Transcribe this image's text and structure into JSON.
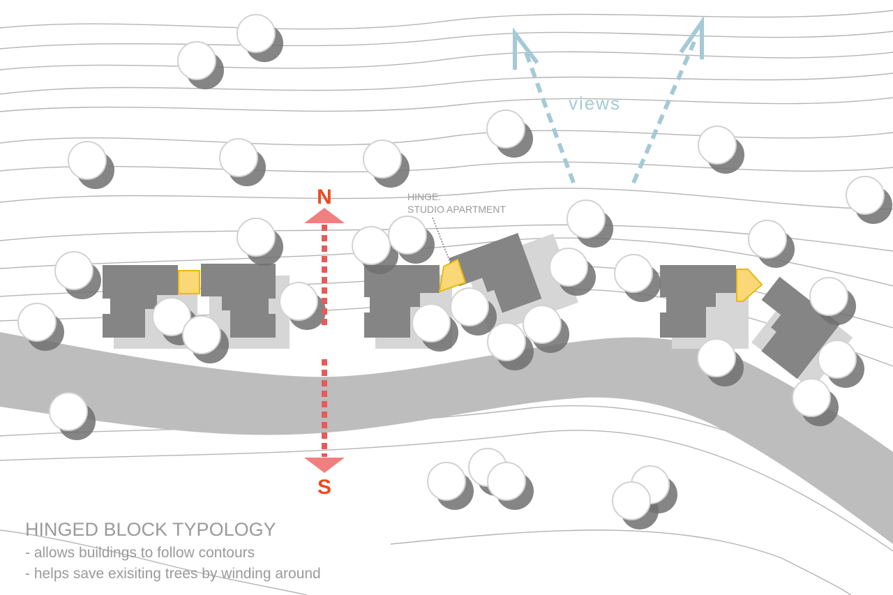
{
  "labels": {
    "north": "N",
    "south": "S",
    "views": "views",
    "hinge_line1": "HINGE:",
    "hinge_line2": "STUDIO APARTMENT"
  },
  "caption": {
    "title": "HINGED BLOCK TYPOLOGY",
    "bullet1": "- allows buildings to follow contours",
    "bullet2": "- helps save exisiting trees by winding around"
  },
  "colors": {
    "building": "#858585",
    "hinge": "#fad877",
    "road": "#bdbdbd",
    "north_south": "#f27f7f",
    "views_arrow": "#a5cad5",
    "label_text": "#9a9a9a"
  }
}
